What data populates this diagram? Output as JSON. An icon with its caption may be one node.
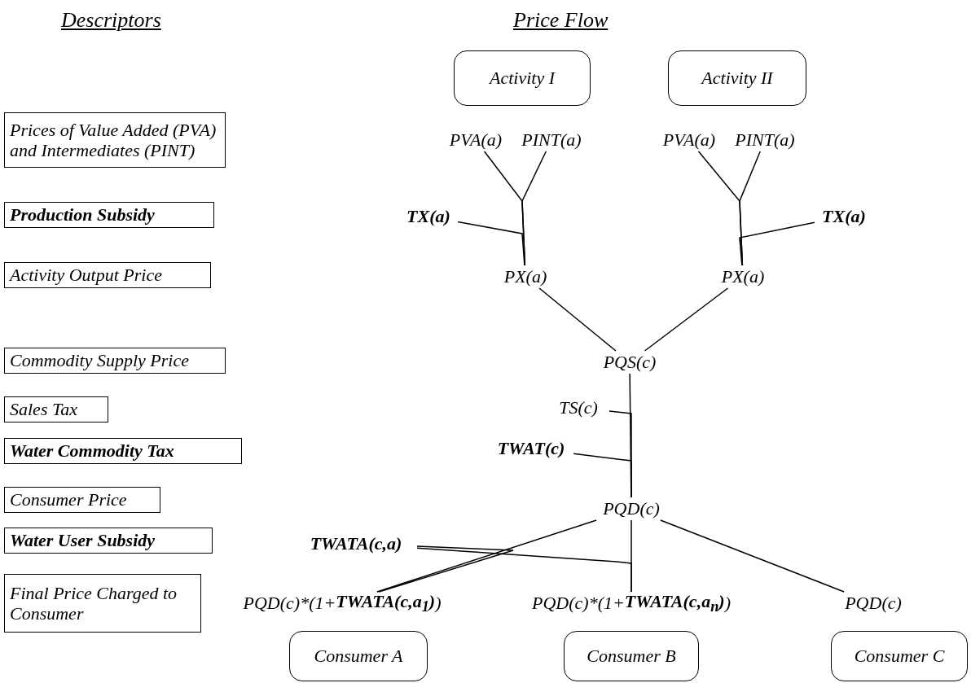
{
  "diagram": {
    "nodes": [
      {
        "text": [
          "Activity I"
        ]
      },
      {
        "text": [
          "Activity II"
        ]
      },
      {
        "text": [
          "Prices of Value Added (PVA) and Intermediates (PINT)"
        ]
      },
      {
        "text": [
          "PVA(a)"
        ]
      },
      {
        "text": [
          "PINT(a)"
        ]
      },
      {
        "text": [
          "PVA(a)"
        ]
      },
      {
        "text": [
          "PINT(a)"
        ]
      },
      {
        "text": [
          "Production Subsidy"
        ]
      },
      {
        "text": [
          "TX(a)"
        ]
      },
      {
        "text": [
          "TX(a)"
        ]
      },
      {
        "text": [
          "Activity Output Price"
        ]
      },
      {
        "text": [
          "PX(a)"
        ]
      },
      {
        "text": [
          "PX(a)"
        ]
      },
      {
        "text": [
          "Commodity Supply Price"
        ]
      },
      {
        "text": [
          "PQS(c)"
        ]
      },
      {
        "text": [
          "Sales Tax"
        ]
      },
      {
        "text": [
          "TS(c)"
        ]
      },
      {
        "text": [
          "Water Commodity Tax"
        ]
      },
      {
        "text": [
          "TWAT(c)"
        ]
      },
      {
        "text": [
          "Consumer Price"
        ]
      },
      {
        "text": [
          "PQD(c)"
        ]
      },
      {
        "text": [
          "Water User Subsidy"
        ]
      },
      {
        "text": [
          "TWATA(c,a)"
        ]
      },
      {
        "text": [
          "Final Price Charged to Consumer"
        ]
      },
      {
        "text": [
          "PQD(c)*(1+**TWATA(c,a$_{1}$)**)"
        ]
      },
      {
        "text": [
          "PQD(c)*(1+**TWATA(c,a$_{n}$)**)"
        ]
      },
      {
        "text": [
          "PQD(c)"
        ]
      },
      {
        "text": [
          "Consumer A"
        ]
      },
      {
        "text": [
          "Consumer B"
        ]
      },
      {
        "text": [
          "Consumer C"
        ]
      }
    ],
    "edges": [
      {
        "from": 3,
        "to": 11,
        "arrow": "none"
      },
      {
        "from": 4,
        "to": 11,
        "arrow": "none"
      },
      {
        "from": 8,
        "to": 11,
        "arrow": "none"
      },
      {
        "from": 5,
        "to": 12,
        "arrow": "none"
      },
      {
        "from": 6,
        "to": 12,
        "arrow": "none"
      },
      {
        "from": 9,
        "to": 12,
        "arrow": "none"
      },
      {
        "from": 11,
        "to": 14,
        "arrow": "none"
      },
      {
        "from": 12,
        "to": 14,
        "arrow": "none"
      },
      {
        "from": 14,
        "to": 20,
        "arrow": "none"
      },
      {
        "from": 16,
        "to": 20,
        "arrow": "none"
      },
      {
        "from": 18,
        "to": 20,
        "arrow": "none"
      },
      {
        "from": 20,
        "to": 24,
        "arrow": "none"
      },
      {
        "from": 20,
        "to": 25,
        "arrow": "none"
      },
      {
        "from": 20,
        "to": 26,
        "arrow": "none"
      },
      {
        "from": 22,
        "to": 24,
        "arrow": "none"
      },
      {
        "from": 22,
        "to": 25,
        "arrow": "none"
      }
    ],
    "labels": [
      "Descriptors",
      "Price Flow"
    ]
  }
}
